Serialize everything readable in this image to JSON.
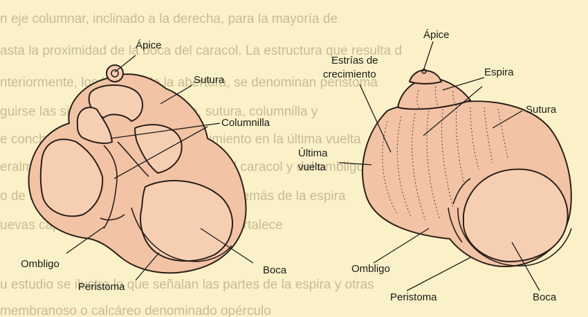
{
  "background_text": [
    "n eje columnar, inclinado a la derecha, para la mayoría de",
    "asta la proximidad de la boca del caracol. La estructura que resulta d",
    "nteriormente, los bordes de la abertura, se denominan peristoma",
    "guirse las siguientes partes: ápice, sutura, columnilla y",
    "e concha, presentan estrías de crecimiento en la última vuelta",
    "eralmente por el plano de la abertura del caracol y del ombligo",
    "o de las distintas capas del peristoma. Además de la espira",
    "uevas capas, la concha se espesa y se fortalece",
    "",
    "u estudio se ilustra lo que señalan las partes de la espira y otras",
    "membranoso o calcáreo denominado opérculo"
  ],
  "left_shell": {
    "labels": {
      "apex": "Ápice",
      "suture": "Sutura",
      "columella": "Columnilla",
      "umbilicus": "Ombligo",
      "peristome": "Peristoma",
      "aperture": "Boca"
    }
  },
  "right_shell": {
    "labels": {
      "growth_lines": "Estrías de crecimiento",
      "apex": "Ápice",
      "spire": "Espira",
      "suture": "Sutura",
      "body_whorl": "Última vuelta",
      "umbilicus": "Ombligo",
      "peristome": "Peristoma",
      "aperture": "Boca"
    }
  },
  "colors": {
    "paper": "#fbf1c8",
    "shell_fill": "#f2c3a4",
    "outline": "#2a1e18"
  }
}
